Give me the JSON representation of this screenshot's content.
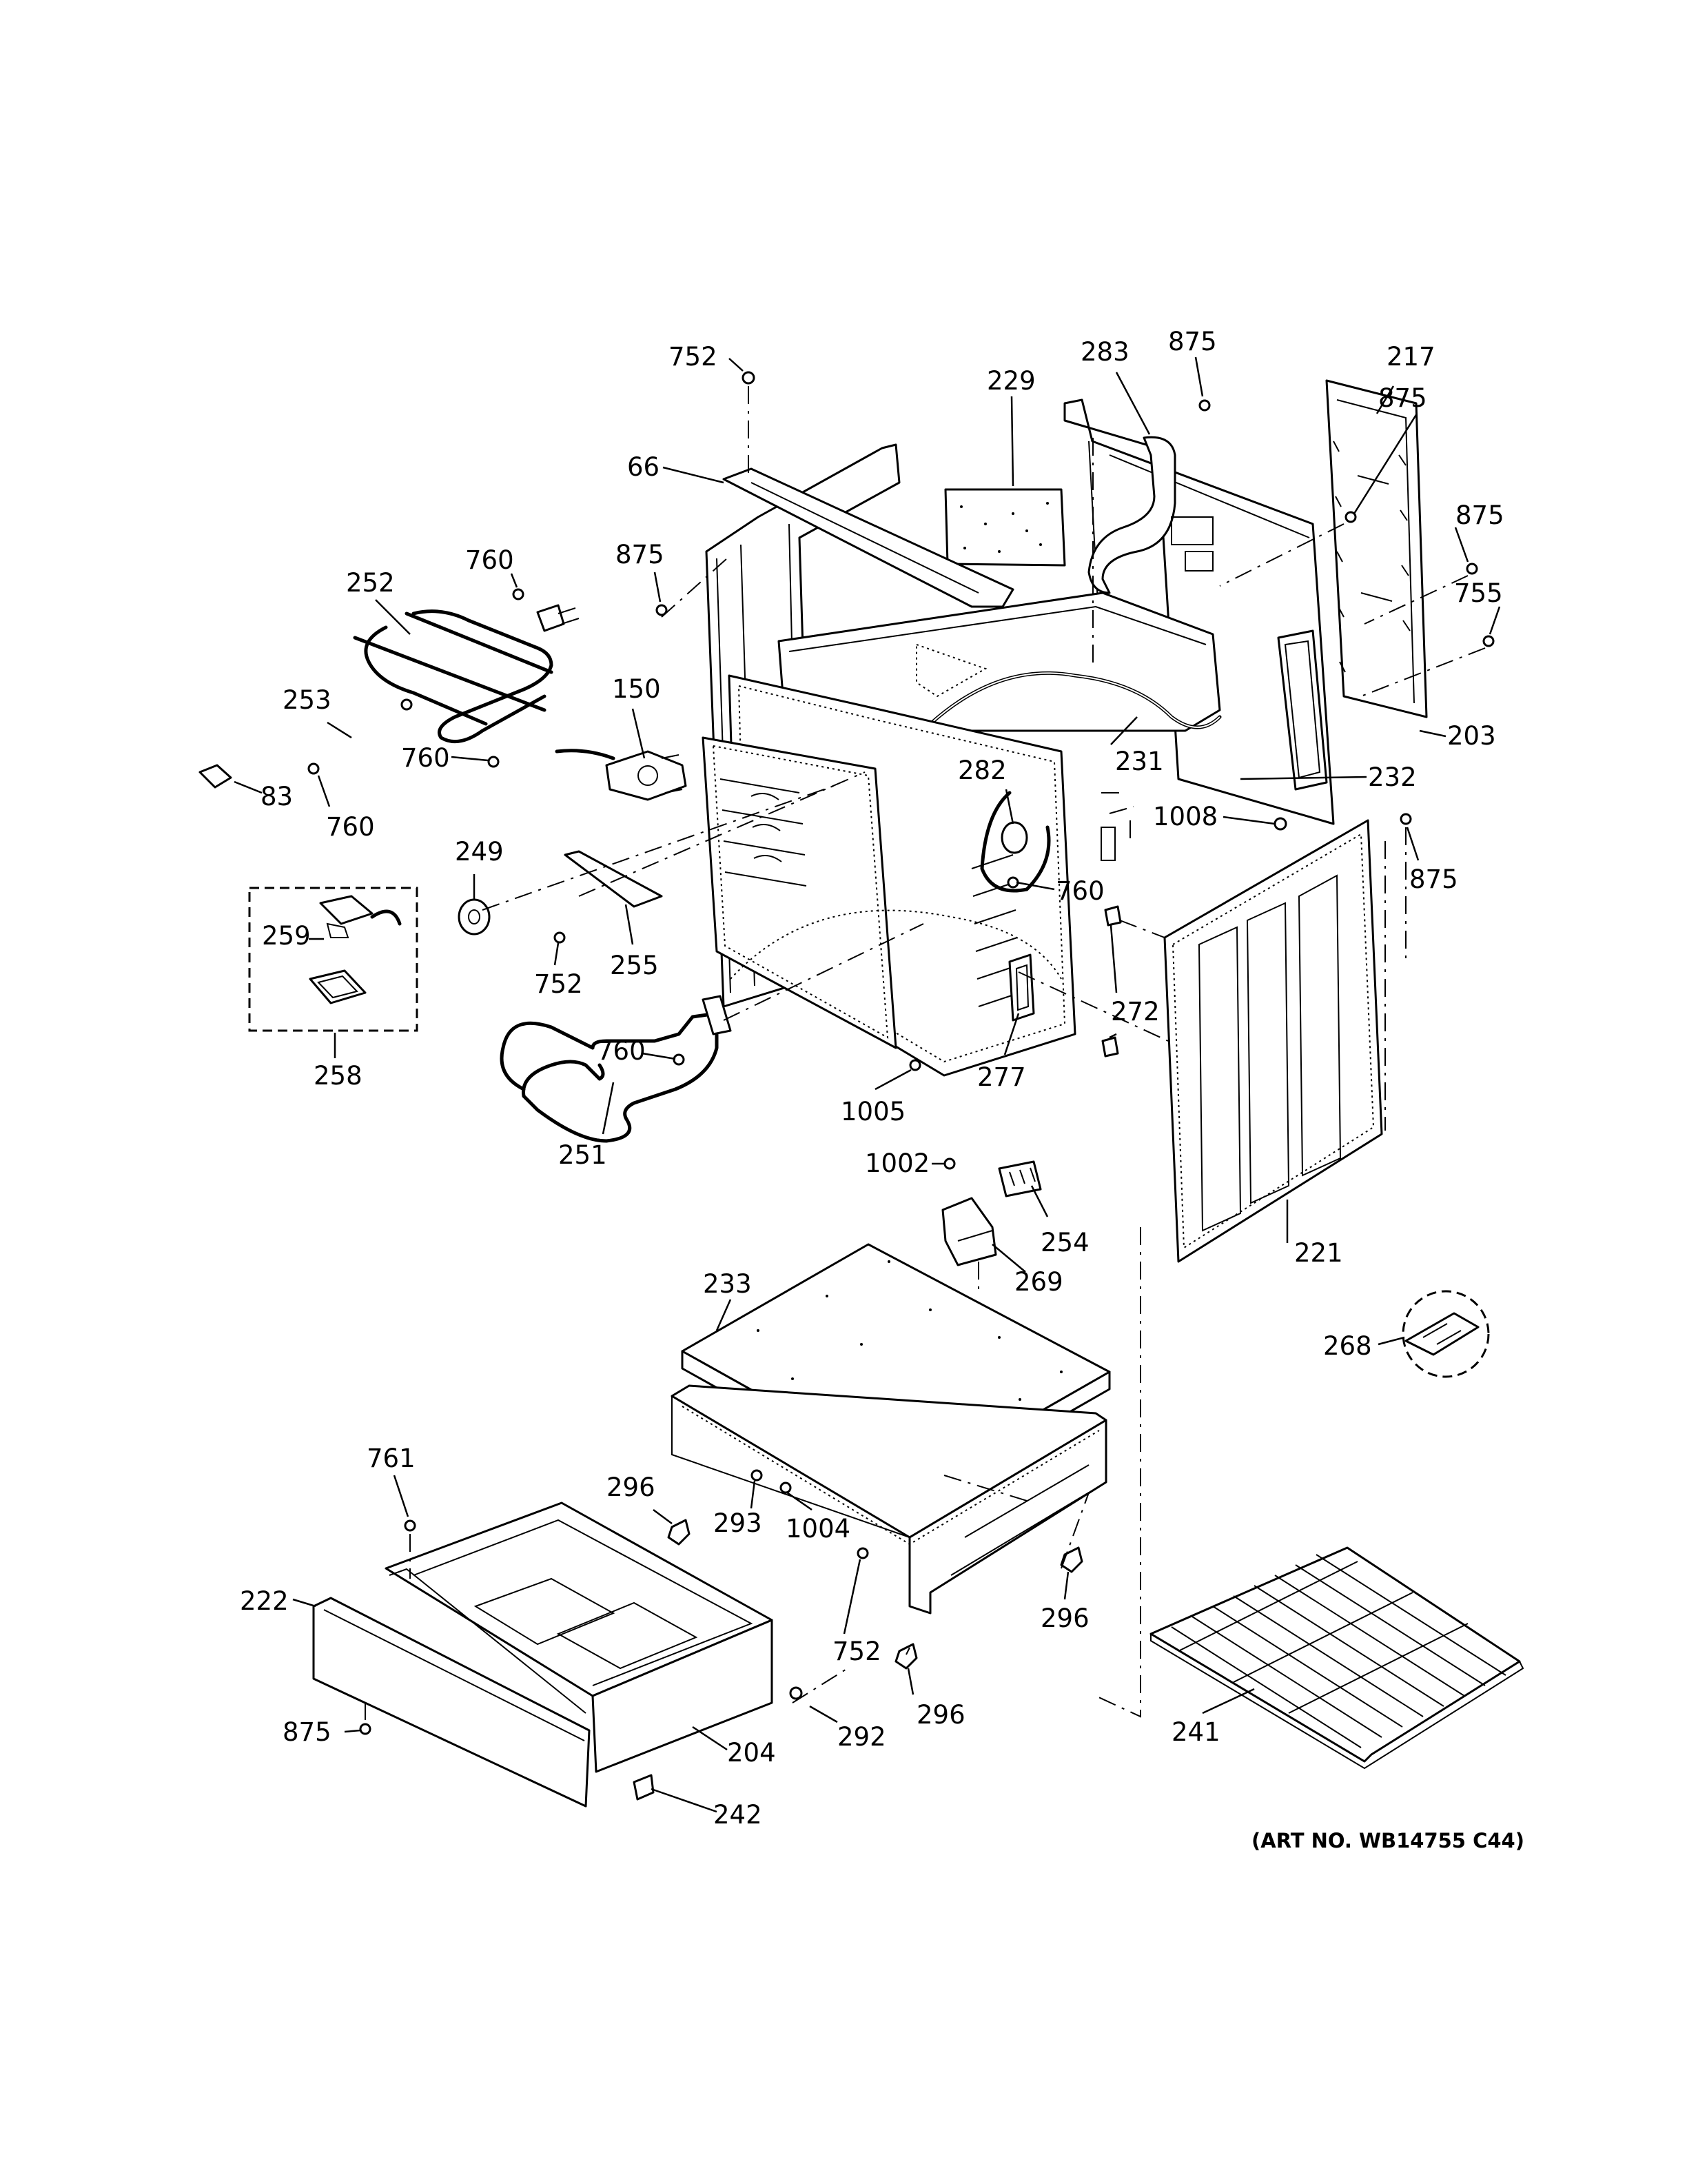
{
  "art_number": "(ART NO. WB14755 C44)",
  "callouts": [
    {
      "id": "c752a",
      "label": "752"
    },
    {
      "id": "c229",
      "label": "229"
    },
    {
      "id": "c283",
      "label": "283"
    },
    {
      "id": "c875a",
      "label": "875"
    },
    {
      "id": "c217",
      "label": "217"
    },
    {
      "id": "c875b",
      "label": "875"
    },
    {
      "id": "c66",
      "label": "66"
    },
    {
      "id": "c875c",
      "label": "875"
    },
    {
      "id": "c875d",
      "label": "875"
    },
    {
      "id": "c760a",
      "label": "760"
    },
    {
      "id": "c252",
      "label": "252"
    },
    {
      "id": "c755",
      "label": "755"
    },
    {
      "id": "c150",
      "label": "150"
    },
    {
      "id": "c253",
      "label": "253"
    },
    {
      "id": "c203",
      "label": "203"
    },
    {
      "id": "c231",
      "label": "231"
    },
    {
      "id": "c760b",
      "label": "760"
    },
    {
      "id": "c282",
      "label": "282"
    },
    {
      "id": "c232",
      "label": "232"
    },
    {
      "id": "c83",
      "label": "83"
    },
    {
      "id": "c760c",
      "label": "760"
    },
    {
      "id": "c1008",
      "label": "1008"
    },
    {
      "id": "c875e",
      "label": "875"
    },
    {
      "id": "c249",
      "label": "249"
    },
    {
      "id": "c760d",
      "label": "760"
    },
    {
      "id": "c259",
      "label": "259"
    },
    {
      "id": "c255",
      "label": "255"
    },
    {
      "id": "c752b",
      "label": "752"
    },
    {
      "id": "c272",
      "label": "272"
    },
    {
      "id": "c760e",
      "label": "760"
    },
    {
      "id": "c258",
      "label": "258"
    },
    {
      "id": "c277",
      "label": "277"
    },
    {
      "id": "c1005",
      "label": "1005"
    },
    {
      "id": "c251",
      "label": "251"
    },
    {
      "id": "c1002",
      "label": "1002"
    },
    {
      "id": "c254",
      "label": "254"
    },
    {
      "id": "c221",
      "label": "221"
    },
    {
      "id": "c269",
      "label": "269"
    },
    {
      "id": "c233",
      "label": "233"
    },
    {
      "id": "c268",
      "label": "268"
    },
    {
      "id": "c761",
      "label": "761"
    },
    {
      "id": "c296a",
      "label": "296"
    },
    {
      "id": "c293",
      "label": "293"
    },
    {
      "id": "c1004",
      "label": "1004"
    },
    {
      "id": "c222",
      "label": "222"
    },
    {
      "id": "c296b",
      "label": "296"
    },
    {
      "id": "c752c",
      "label": "752"
    },
    {
      "id": "c296c",
      "label": "296"
    },
    {
      "id": "c241",
      "label": "241"
    },
    {
      "id": "c875f",
      "label": "875"
    },
    {
      "id": "c204",
      "label": "204"
    },
    {
      "id": "c292",
      "label": "292"
    },
    {
      "id": "c242",
      "label": "242"
    }
  ]
}
